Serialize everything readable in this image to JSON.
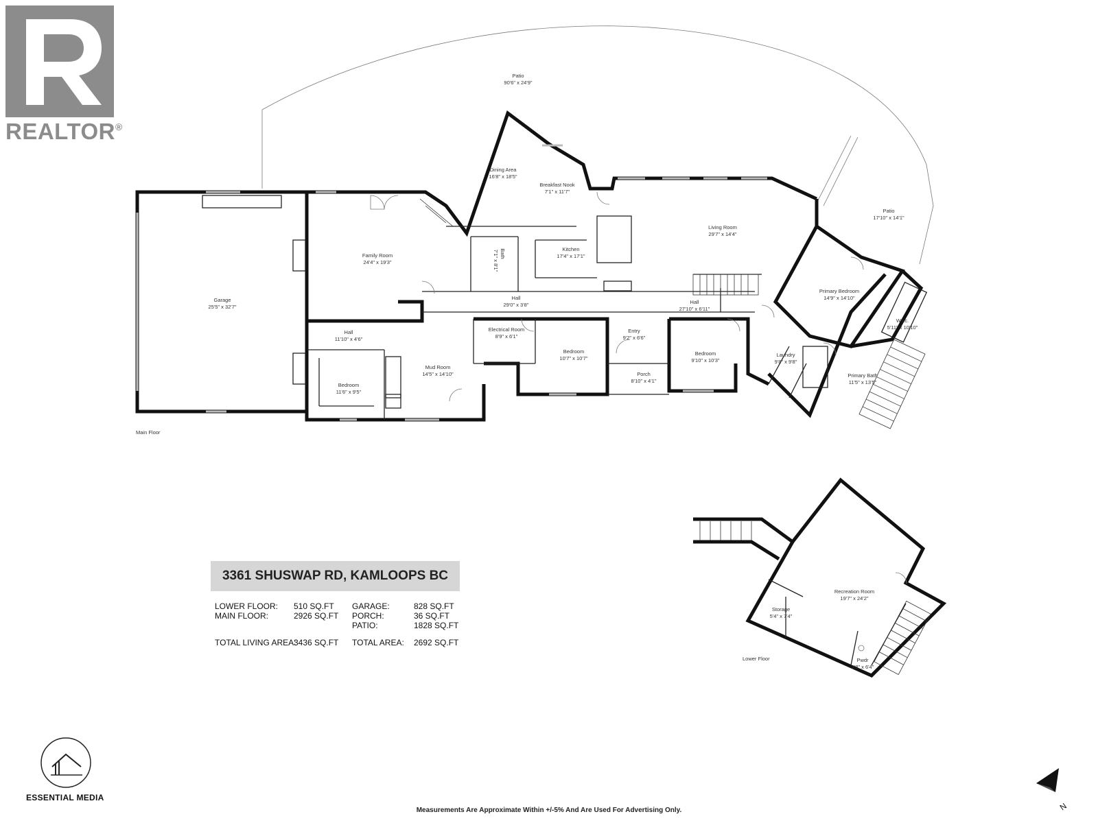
{
  "branding": {
    "realtor_logo_text": "REALTOR",
    "realtor_mark": "®",
    "media_logo_text": "ESSENTIAL MEDIA"
  },
  "address": "3361 SHUSWAP RD, KAMLOOPS BC",
  "stats": {
    "lower_floor_label": "LOWER FLOOR:",
    "lower_floor_value": "510 SQ.FT",
    "main_floor_label": "MAIN FLOOR:",
    "main_floor_value": "2926 SQ.FT",
    "total_living_label": "TOTAL LIVING AREA:",
    "total_living_value": "3436 SQ.FT",
    "garage_label": "GARAGE:",
    "garage_value": "828 SQ.FT",
    "porch_label": "PORCH:",
    "porch_value": "36 SQ.FT",
    "patio_label": "PATIO:",
    "patio_value": "1828 SQ.FT",
    "total_area_label": "TOTAL AREA:",
    "total_area_value": "2692 SQ.FT"
  },
  "floors": {
    "main": "Main Floor",
    "lower": "Lower Floor"
  },
  "rooms": {
    "patio_main": {
      "name": "Patio",
      "size": "90'6\" x 24'9\""
    },
    "dining": {
      "name": "Dining Area",
      "size": "16'8\" x 18'5\""
    },
    "breakfast": {
      "name": "Breakfast Nook",
      "size": "7'1\" x 11'7\""
    },
    "living": {
      "name": "Living Room",
      "size": "29'7\" x 14'4\""
    },
    "patio_side": {
      "name": "Patio",
      "size": "17'10\" x 14'1\""
    },
    "family": {
      "name": "Family Room",
      "size": "24'4\" x 19'3\""
    },
    "kitchen": {
      "name": "Kitchen",
      "size": "17'4\" x 17'1\""
    },
    "bath": {
      "name": "Bath",
      "size": "7'1\" x 8'1\""
    },
    "garage": {
      "name": "Garage",
      "size": "25'5\" x 32'7\""
    },
    "hall_main": {
      "name": "Hall",
      "size": "29'0\" x 3'8\""
    },
    "hall_east": {
      "name": "Hall",
      "size": "27'10\" x 6'11\""
    },
    "primary_bed": {
      "name": "Primary Bedroom",
      "size": "14'9\" x 14'10\""
    },
    "wic": {
      "name": "W.i.c.",
      "size": "5'11\" x 10'10\""
    },
    "hall_west": {
      "name": "Hall",
      "size": "11'10\" x 4'6\""
    },
    "electrical": {
      "name": "Electrical Room",
      "size": "8'9\" x 6'1\""
    },
    "entry": {
      "name": "Entry",
      "size": "9'2\" x 6'6\""
    },
    "bed_mid": {
      "name": "Bedroom",
      "size": "10'7\" x 10'7\""
    },
    "bed_east": {
      "name": "Bedroom",
      "size": "9'10\" x 10'3\""
    },
    "laundry": {
      "name": "Laundry",
      "size": "9'8\" x 9'8\""
    },
    "primary_bath": {
      "name": "Primary Bath",
      "size": "11'5\" x 13'5\""
    },
    "mud": {
      "name": "Mud Room",
      "size": "14'5\" x 14'10\""
    },
    "bed_west": {
      "name": "Bedroom",
      "size": "11'6\" x 9'5\""
    },
    "porch": {
      "name": "Porch",
      "size": "8'10\" x 4'1\""
    },
    "rec": {
      "name": "Recreation Room",
      "size": "19'7\" x 24'2\""
    },
    "storage": {
      "name": "Storage",
      "size": "5'4\" x 7'4\""
    },
    "pwdr": {
      "name": "Pwdr",
      "size": "3'8\" x 6'4\""
    }
  },
  "north": "N",
  "disclaimer": "Measurements Are Approximate Within +/-5% And Are Used For Advertising Only."
}
